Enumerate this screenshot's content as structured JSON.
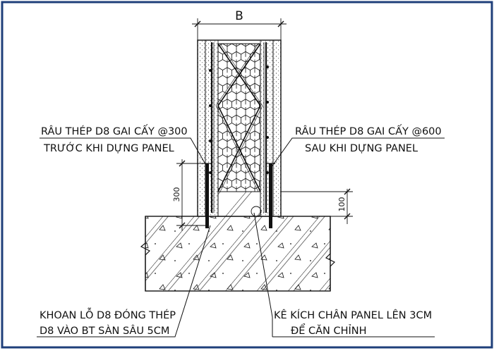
{
  "dimensions": {
    "width_label": "B",
    "left_offset_label": "300",
    "right_offset_label": "100"
  },
  "labels": {
    "left_top_line1": "RÂU THÉP D8 GAI CẤY @300",
    "left_top_line2": "TRƯỚC KHI DỰNG PANEL",
    "right_top_line1": "RÂU THÉP D8 GAI CẤY @600",
    "right_top_line2": "SAU KHI DỰNG PANEL",
    "bottom_left_line1": "KHOAN LỖ D8 ĐÓNG THÉP",
    "bottom_left_line2": "D8 VÀO BT SÀN SÂU 5CM",
    "bottom_right_line1": "KÊ KÍCH CHÂN PANEL LÊN 3CM",
    "bottom_right_line2": "ĐỂ CĂN CHỈNH"
  },
  "colors": {
    "frame": "#1f3f7a",
    "line": "#111111"
  }
}
